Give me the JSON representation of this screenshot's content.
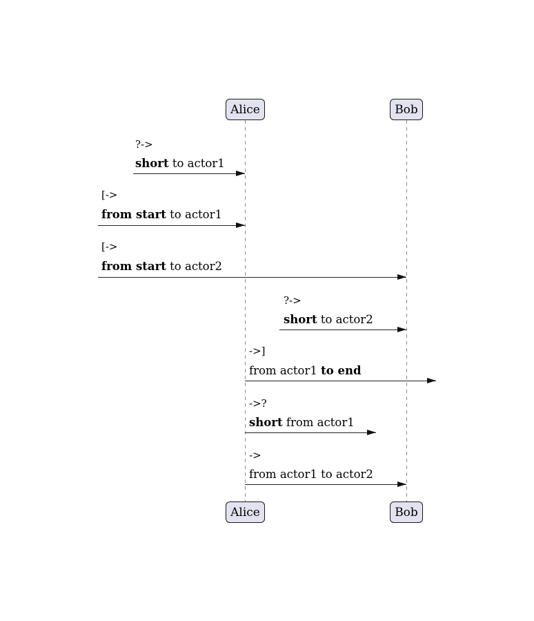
{
  "diagram": {
    "type": "sequence",
    "actors": [
      {
        "name": "Alice"
      },
      {
        "name": "Bob"
      }
    ],
    "messages": [
      {
        "operator": "?->",
        "label": {
          "pre": "",
          "bold": "short",
          "post": " to actor1"
        },
        "from": "short-left",
        "to": "Alice"
      },
      {
        "operator": "[->",
        "label": {
          "pre": "",
          "bold": "from start",
          "post": " to actor1"
        },
        "from": "left-edge",
        "to": "Alice"
      },
      {
        "operator": "[->",
        "label": {
          "pre": "",
          "bold": "from start",
          "post": " to actor2"
        },
        "from": "left-edge",
        "to": "Bob"
      },
      {
        "operator": "?->",
        "label": {
          "pre": "",
          "bold": "short",
          "post": " to actor2"
        },
        "from": "short-left",
        "to": "Bob"
      },
      {
        "operator": "->]",
        "label": {
          "pre": "from actor1 ",
          "bold": "to end",
          "post": ""
        },
        "from": "Alice",
        "to": "right-edge"
      },
      {
        "operator": "->?",
        "label": {
          "pre": "",
          "bold": "short",
          "post": " from actor1"
        },
        "from": "Alice",
        "to": "short-right"
      },
      {
        "operator": "->",
        "label": {
          "pre": "from actor1 to actor2",
          "bold": "",
          "post": ""
        },
        "from": "Alice",
        "to": "Bob"
      }
    ],
    "colors": {
      "background": "#ffffff",
      "actor_fill": "#E2E2F0",
      "actor_border": "#181818",
      "lifeline": "#8a8a8a",
      "arrow": "#181818",
      "text": "#000000"
    }
  }
}
